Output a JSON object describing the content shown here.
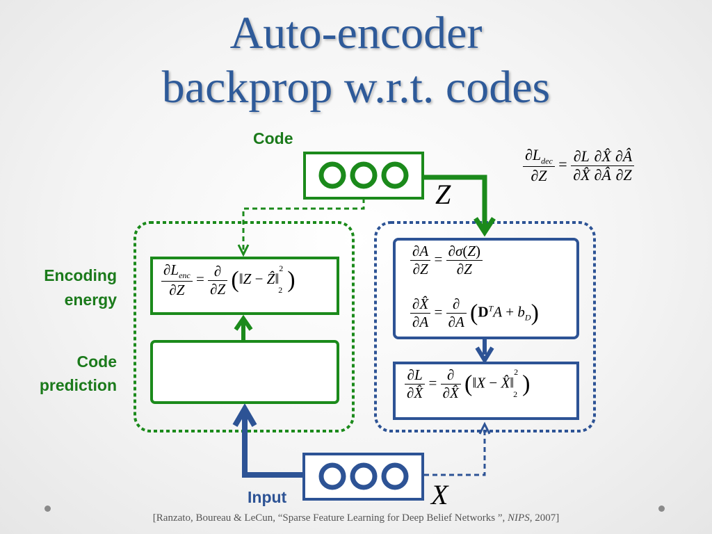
{
  "title": {
    "line1": "Auto-encoder",
    "line2": "backprop w.r.t. codes"
  },
  "labels": {
    "code": "Code",
    "encoding_energy_1": "Encoding",
    "encoding_energy_2": "energy",
    "code_prediction_1": "Code",
    "code_prediction_2": "prediction",
    "input": "Input",
    "z_var": "Z",
    "x_var": "X"
  },
  "colors": {
    "green": "#1b7a1b",
    "blue": "#2d5395",
    "title": "#2e5a99"
  },
  "citation": {
    "pre": "[Ranzato, Boureau & LeCun, “Sparse Feature Learning for Deep Belief Networks ”, ",
    "venue": "NIPS",
    "post": ", 2007]"
  }
}
